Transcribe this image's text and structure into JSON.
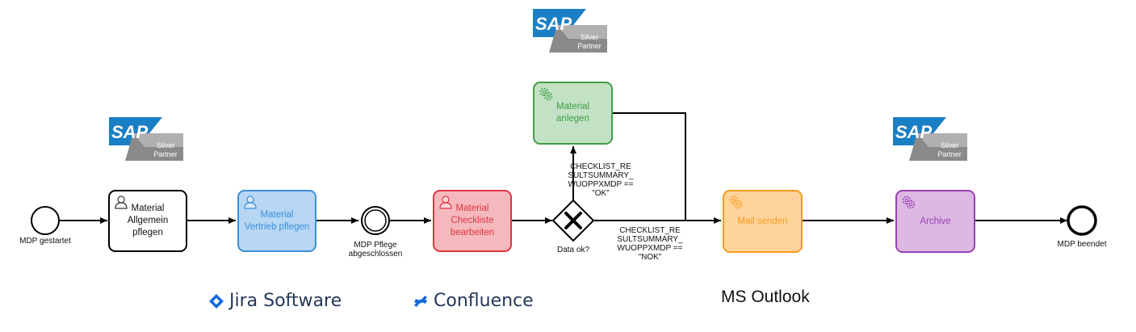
{
  "events": {
    "start": "MDP gestartet",
    "intermediate": "MDP Pflege\nabgeschlossen",
    "end": "MDP beendet"
  },
  "tasks": {
    "allgemein": "Material\nAllgemein\npflegen",
    "vertrieb": "Material\nVertrieb pflegen",
    "checkliste": "Material\nCheckliste\nbearbeiten",
    "anlegen": "Material\nanlegen",
    "mail": "Mail senden",
    "archive": "Archive"
  },
  "gateway": {
    "label": "Data ok?",
    "condition_ok": "CHECKLIST_RE\nSULTSUMMARY_\nWUOPPXMDP ==\n\"OK\"",
    "condition_nok": "CHECKLIST_RE\nSULTSUMMARY_\nWUOPPXMDP ==\n\"NOK\""
  },
  "logos": {
    "sap_word": "SAP",
    "sap_badge_line1": "Silver",
    "sap_badge_line2": "Partner",
    "jira": "Jira Software",
    "confluence": "Confluence",
    "outlook": "MS Outlook"
  },
  "colors": {
    "vertrieb_fill": "#b7d7f4",
    "vertrieb_stroke": "#3a8fd9",
    "vertrieb_text": "#3a8fd9",
    "checkliste_fill": "#f5b9bd",
    "checkliste_stroke": "#dc3545",
    "checkliste_text": "#dc3545",
    "anlegen_fill": "#c3e2c5",
    "anlegen_stroke": "#3f9d45",
    "anlegen_text": "#3f9d45",
    "mail_fill": "#ffd49c",
    "mail_stroke": "#f59b1f",
    "mail_text": "#f59b1f",
    "archive_fill": "#dcb8e3",
    "archive_stroke": "#9b3fb0",
    "archive_text": "#9b3fb0",
    "atlassian_blue": "#1868db"
  }
}
